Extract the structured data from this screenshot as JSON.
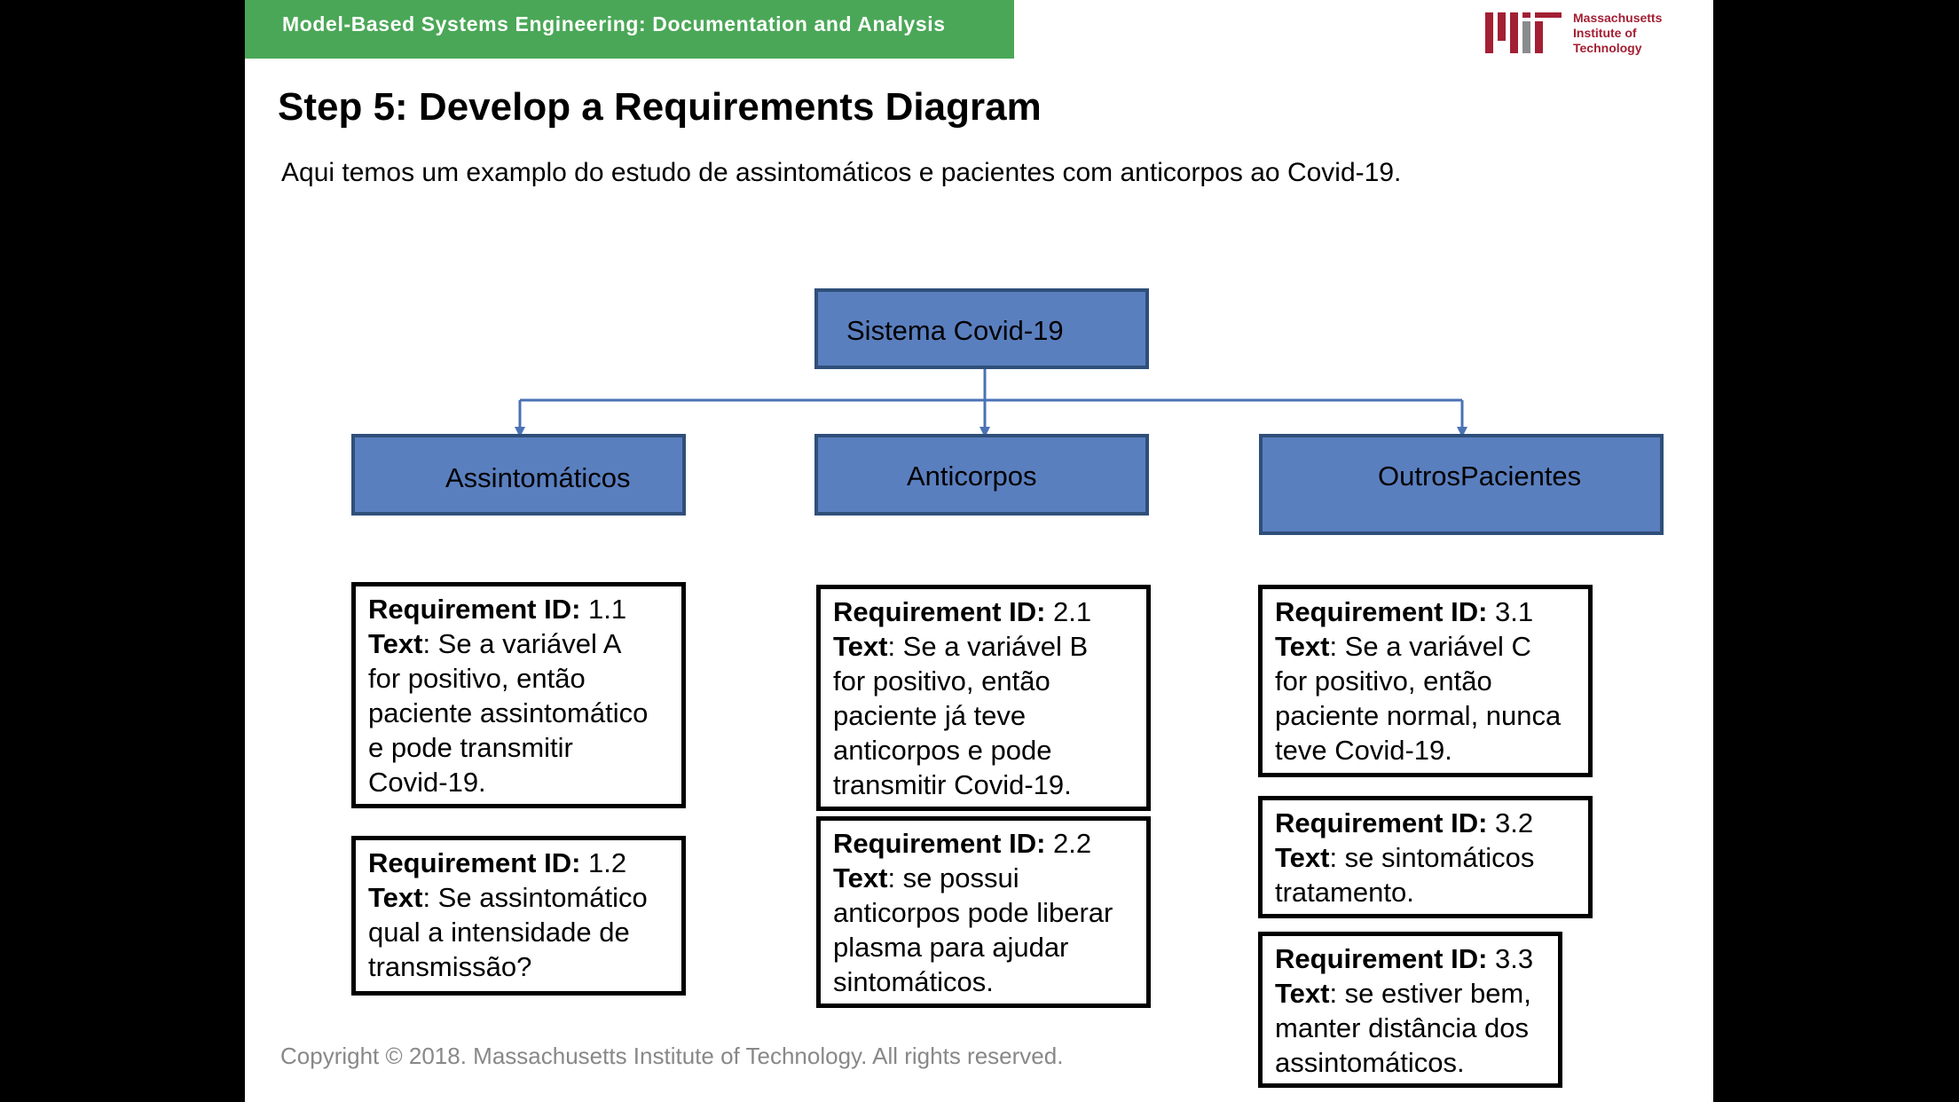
{
  "header": {
    "course": "Model-Based Systems Engineering: Documentation and Analysis",
    "logo": {
      "lines": [
        "Massachusetts",
        "Institute of",
        "Technology"
      ],
      "icon": "mit-logo-icon",
      "color": "#a31f34"
    }
  },
  "title": "Step 5: Develop a Requirements Diagram",
  "subtitle": "Aqui temos um examplo do estudo de assintomáticos e pacientes com anticorpos ao Covid-19.",
  "diagram": {
    "root": "Sistema Covid-19",
    "branches": [
      "Assintomáticos",
      "Anticorpos",
      "OutrosPacientes"
    ],
    "requirements": [
      {
        "id_label": "Requirement ID:",
        "id": "1.1",
        "text_label": "Text",
        "lines": [
          ": Se a variável A",
          "for positivo, então",
          "paciente assintomático",
          "e pode transmitir",
          "Covid-19."
        ]
      },
      {
        "id_label": "Requirement ID:",
        "id": "1.2",
        "text_label": "Text",
        "lines": [
          ": Se assintomático",
          "qual a intensidade de",
          "transmissão?"
        ]
      },
      {
        "id_label": "Requirement ID:",
        "id": "2.1",
        "text_label": "Text",
        "lines": [
          ": Se a variável B",
          "for positivo, então",
          "paciente já teve",
          "anticorpos e pode",
          "transmitir Covid-19."
        ]
      },
      {
        "id_label": "Requirement ID:",
        "id": "2.2",
        "text_label": "Text",
        "lines": [
          ": se possui",
          "anticorpos pode liberar",
          "plasma para ajudar",
          "sintomáticos."
        ]
      },
      {
        "id_label": "Requirement ID:",
        "id": "3.1",
        "text_label": "Text",
        "lines": [
          ": Se a variável C",
          "for positivo, então",
          "paciente normal, nunca",
          "teve Covid-19."
        ]
      },
      {
        "id_label": "Requirement ID:",
        "id": "3.2",
        "text_label": "Text",
        "lines": [
          ": se sintomáticos",
          "tratamento."
        ]
      },
      {
        "id_label": "Requirement ID:",
        "id": "3.3",
        "text_label": "Text",
        "lines": [
          ": se estiver bem,",
          "manter distância dos",
          "assintomáticos."
        ]
      }
    ],
    "colors": {
      "box_fill": "#5a7fbf",
      "box_border": "#2f4f7a",
      "connector": "#4a72b5"
    }
  },
  "footer": {
    "copyright": "Copyright © 2018. Massachusetts Institute of Technology. All rights reserved."
  }
}
